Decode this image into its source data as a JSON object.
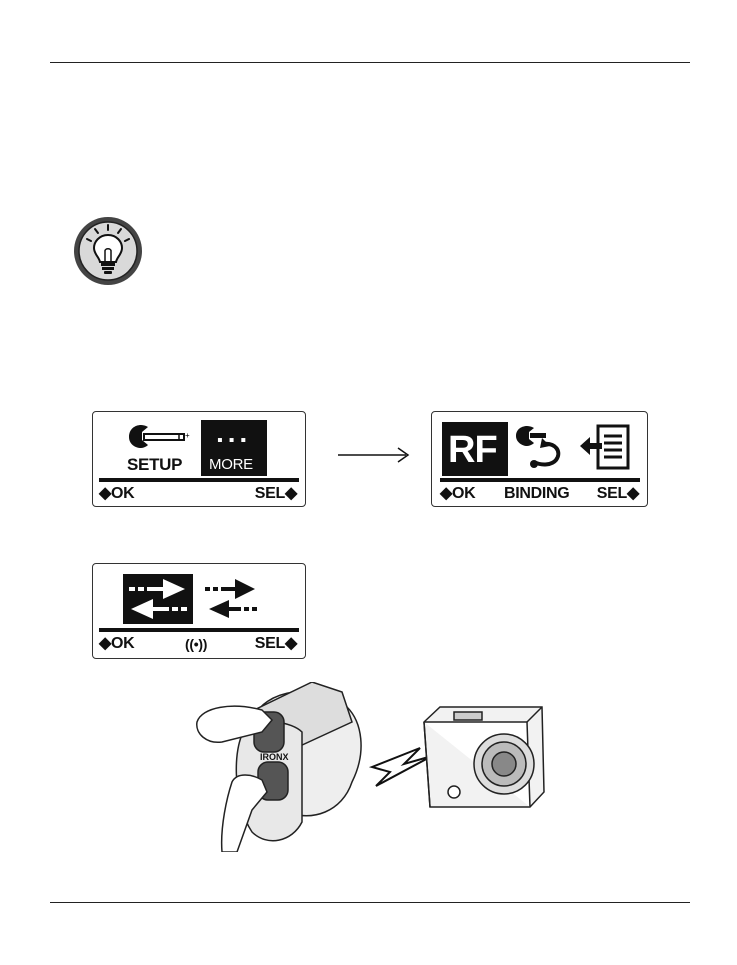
{
  "screen1": {
    "setup_label": "SETUP",
    "more_label": "MORE",
    "ok_label": "◆OK",
    "sel_label": "SEL◆"
  },
  "screen2": {
    "rf_label": "RF",
    "binding_label": "BINDING",
    "ok_label": "◆OK",
    "sel_label": "SEL◆"
  },
  "screen3": {
    "ok_label": "◆OK",
    "sel_label": "SEL◆",
    "signal_label": "((•))"
  },
  "illustration": {
    "brand_text": "IRONX"
  },
  "icons": [
    "lightbulb-icon",
    "wrench-icon",
    "binding-icon",
    "exit-icon",
    "transfer-arrows-icon",
    "right-arrow-icon"
  ]
}
